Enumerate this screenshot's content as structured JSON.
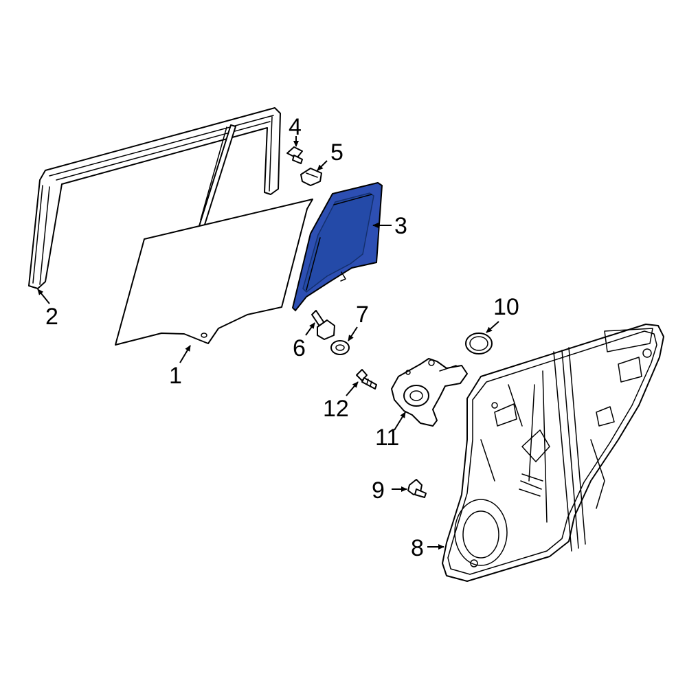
{
  "colors": {
    "highlight": "#2d4fb3",
    "highlight_dark": "#14306e",
    "line": "#000000",
    "background": "#ffffff"
  },
  "callouts": {
    "c1": "1",
    "c2": "2",
    "c3": "3",
    "c4": "4",
    "c5": "5",
    "c6": "6",
    "c7": "7",
    "c8": "8",
    "c9": "9",
    "c10": "10",
    "c11": "11",
    "c12": "12"
  }
}
